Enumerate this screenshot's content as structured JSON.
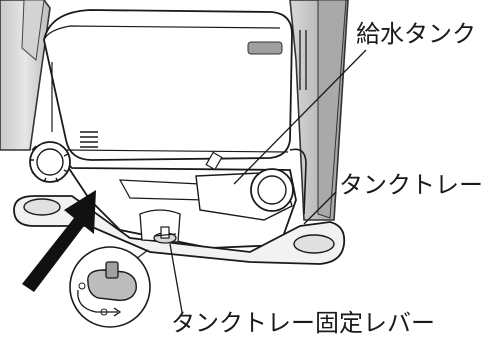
{
  "labels": {
    "water_tank": "給水タンク",
    "tank_tray": "タンクトレー",
    "tank_tray_lever": "タンクトレー固定レバー"
  }
}
